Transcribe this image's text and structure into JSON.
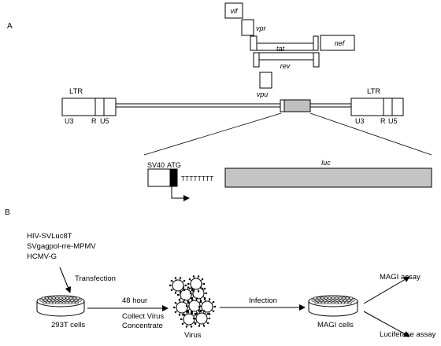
{
  "panels": {
    "a": "A",
    "b": "B"
  },
  "genes": {
    "vif": "vif",
    "vpr": "vpr",
    "tat": "tat",
    "nef": "nef",
    "rev": "rev",
    "vpu": "vpu"
  },
  "ltr": {
    "left": {
      "title": "LTR",
      "u3": "U3",
      "r": "R",
      "u5": "U5"
    },
    "right": {
      "title": "LTR",
      "u3": "U3",
      "r": "R",
      "u5": "U5"
    }
  },
  "construct": {
    "sv40": "SV40",
    "atg": "ATG",
    "t_stretch": "TTTTTTTT",
    "luc": "luc"
  },
  "workflow": {
    "plasmids": [
      "HIV-SVLuc8T",
      "SVgagpol-rre-MPMV",
      "HCMV-G"
    ],
    "transfection": "Transfection",
    "producer_cells": "293T cells",
    "time": "48 hour",
    "collect": "Collect Virus",
    "concentrate": "Concentrate",
    "virus": "Virus",
    "infection": "Infection",
    "target_cells": "MAGI cells",
    "assay1": "MAGI assay",
    "assay2": "Luciferase assay"
  },
  "colors": {
    "line": "#000000",
    "gray_fill": "#c0c0c0",
    "luc_fill": "#c4c4c4"
  }
}
